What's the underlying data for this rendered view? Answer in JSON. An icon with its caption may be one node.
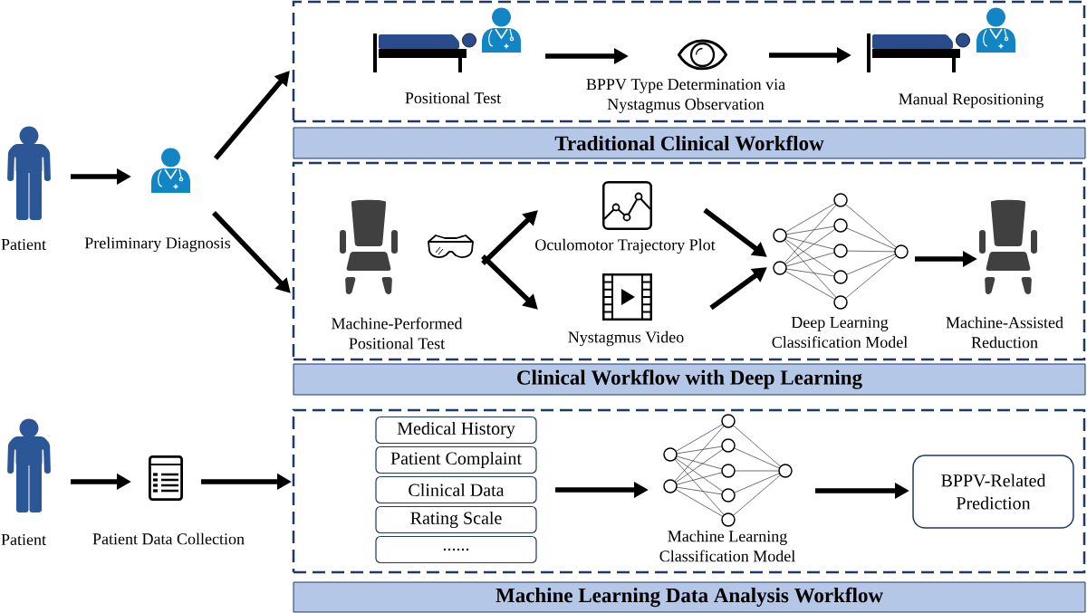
{
  "diagram": {
    "nodes": [
      {
        "text": [
          "Patient"
        ]
      },
      {
        "text": [
          "Preliminary Diagnosis"
        ]
      },
      {
        "text": [],
        "shape": "box"
      },
      {
        "text": [
          "Positional Test"
        ],
        "in": 2
      },
      {
        "text": [
          "BPPV Type Determination via Nystagmus Observation"
        ],
        "in": 2
      },
      {
        "text": [
          "Manual Repositioning"
        ],
        "in": 2
      },
      {
        "text": [
          "Traditional Clinical Workflow"
        ]
      },
      {
        "text": [],
        "shape": "box"
      },
      {
        "text": [
          "Machine-Performed Positional Test"
        ],
        "in": 7
      },
      {
        "text": [
          "Oculomotor Trajectory Plot"
        ],
        "in": 7
      },
      {
        "text": [
          "Nystagmus Video"
        ],
        "in": 7
      },
      {
        "text": [
          "Deep Learning Classification Model"
        ],
        "in": 7
      },
      {
        "text": [
          "Machine-Assisted Reduction"
        ],
        "in": 7
      },
      {
        "text": [
          "Clinical Workflow with Deep Learning"
        ]
      },
      {
        "text": [
          "Patient"
        ]
      },
      {
        "text": [
          "Patient Data Collection"
        ]
      },
      {
        "text": [],
        "shape": "box"
      },
      {
        "text": [
          "Medical History"
        ],
        "in": 16
      },
      {
        "text": [
          "Patient Complaint"
        ],
        "in": 16
      },
      {
        "text": [
          "Clinical Data"
        ],
        "in": 16
      },
      {
        "text": [
          "Rating Scale"
        ],
        "in": 16
      },
      {
        "text": [
          "......"
        ],
        "in": 16
      },
      {
        "text": [
          "Machine Learning Classification Model"
        ],
        "in": 16
      },
      {
        "text": [
          "BPPV-Related Prediction"
        ],
        "in": 16
      },
      {
        "text": [
          "Machine Learning Data Analysis Workflow"
        ]
      }
    ],
    "edges": [
      {
        "from": 0,
        "to": 1,
        "arrow": "to"
      },
      {
        "from": 1,
        "to": 2,
        "arrow": "to"
      },
      {
        "from": 1,
        "to": 7,
        "arrow": "to"
      },
      {
        "from": 3,
        "to": 4,
        "arrow": "to"
      },
      {
        "from": 4,
        "to": 5,
        "arrow": "to"
      },
      {
        "from": 8,
        "to": 9,
        "arrow": "to"
      },
      {
        "from": 8,
        "to": 10,
        "arrow": "to"
      },
      {
        "from": 9,
        "to": 11,
        "arrow": "to"
      },
      {
        "from": 10,
        "to": 11,
        "arrow": "to"
      },
      {
        "from": 11,
        "to": 12,
        "arrow": "to"
      },
      {
        "from": 14,
        "to": 15,
        "arrow": "to"
      },
      {
        "from": 15,
        "to": 16,
        "arrow": "to"
      },
      {
        "from": 19,
        "to": 22,
        "arrow": "to"
      },
      {
        "from": 22,
        "to": 23,
        "arrow": "to"
      }
    ]
  }
}
